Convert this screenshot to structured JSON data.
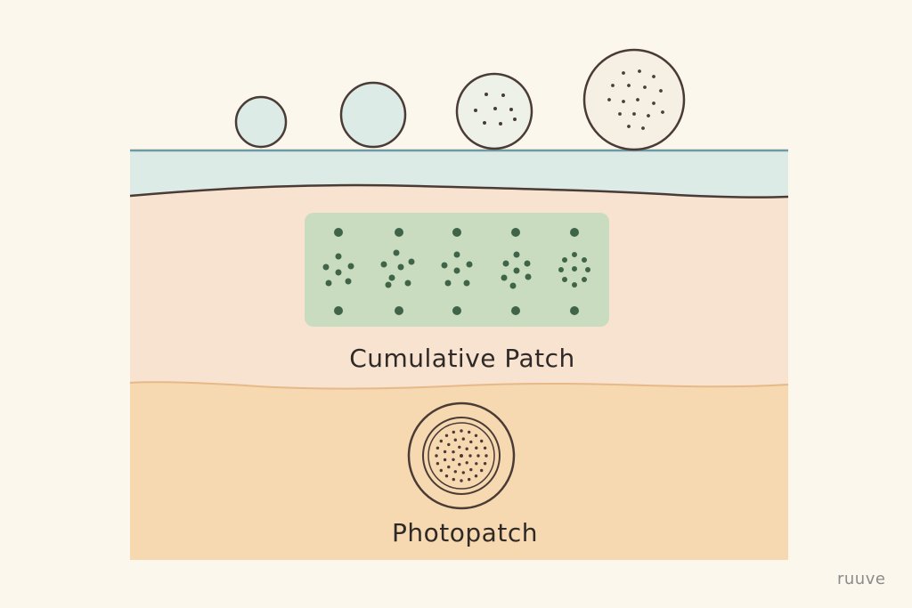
{
  "labels": {
    "cumulative_patch": "Cumulative Patch",
    "photopatch": "Photopatch"
  },
  "watermark": "ruuve",
  "colors": {
    "background": "#fbf7ec",
    "surface_layer": "#dcebe6",
    "surface_line": "#6f9aa3",
    "middle_layer": "#f7e3cf",
    "lower_layer": "#f6d9b0",
    "patch_fill": "#c9dcc0",
    "patch_dots": "#3f6448",
    "outline": "#4a3b36"
  },
  "icons": {
    "particles": "particle-circle-icon",
    "patch_dots": "dot-grid-icon",
    "target": "concentric-circle-icon"
  }
}
